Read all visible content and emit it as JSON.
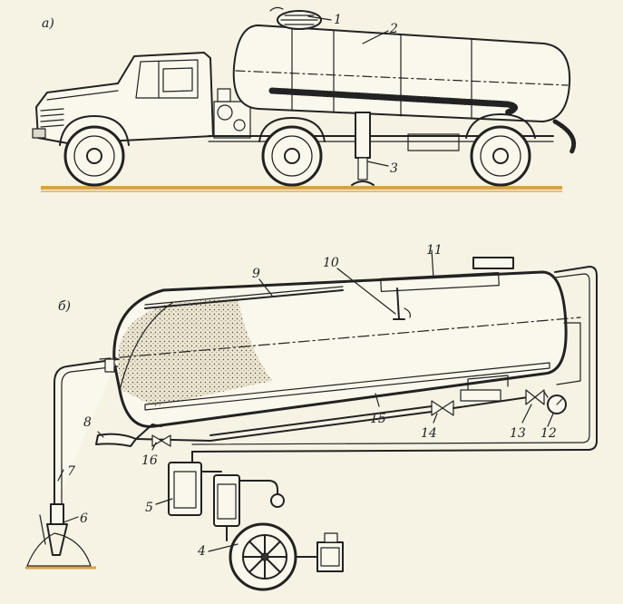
{
  "subfigures": {
    "a": "а)",
    "b": "б)"
  },
  "part_numbers": [
    "1",
    "2",
    "3",
    "4",
    "5",
    "6",
    "7",
    "8",
    "9",
    "10",
    "11",
    "12",
    "13",
    "14",
    "15",
    "16"
  ],
  "colors": {
    "ground": "#d9a24a",
    "ink": "#222222",
    "paper": "#f6f2e4",
    "sand": "#e8e0c8"
  }
}
